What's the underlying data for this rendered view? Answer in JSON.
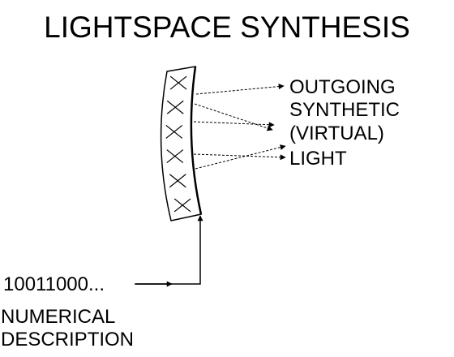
{
  "title": "LIGHTSPACE SYNTHESIS",
  "output_label": {
    "lines": [
      "OUTGOING",
      "SYNTHETIC",
      "(VIRTUAL)",
      "LIGHT"
    ]
  },
  "input": {
    "value": "10011000...",
    "label_lines": [
      "NUMERICAL",
      "DESCRIPTION"
    ]
  },
  "emitter": {
    "cell_count": 6,
    "cell_mark": "X"
  },
  "colors": {
    "ink": "#000000",
    "background": "#ffffff"
  }
}
